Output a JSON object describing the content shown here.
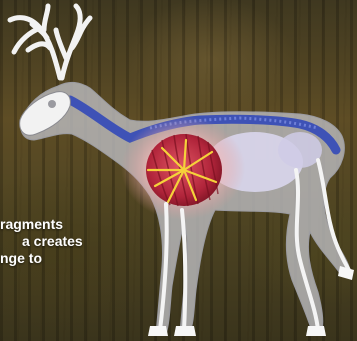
{
  "caption": {
    "line1": "ragments",
    "line2": "a creates",
    "line3": "nge to"
  },
  "colors": {
    "background": "#5b4a22",
    "body_silhouette": "#b9b9bd",
    "skeleton": "#ffffff",
    "spine": "#3e52b6",
    "organs": "#d9d6ec",
    "chest_glow": "#f0c2c0",
    "fragment_lines": "#f5d23a"
  },
  "illustration": {
    "subject": "deer-anatomy-side-view",
    "highlight": "chest-fragment-pattern"
  }
}
